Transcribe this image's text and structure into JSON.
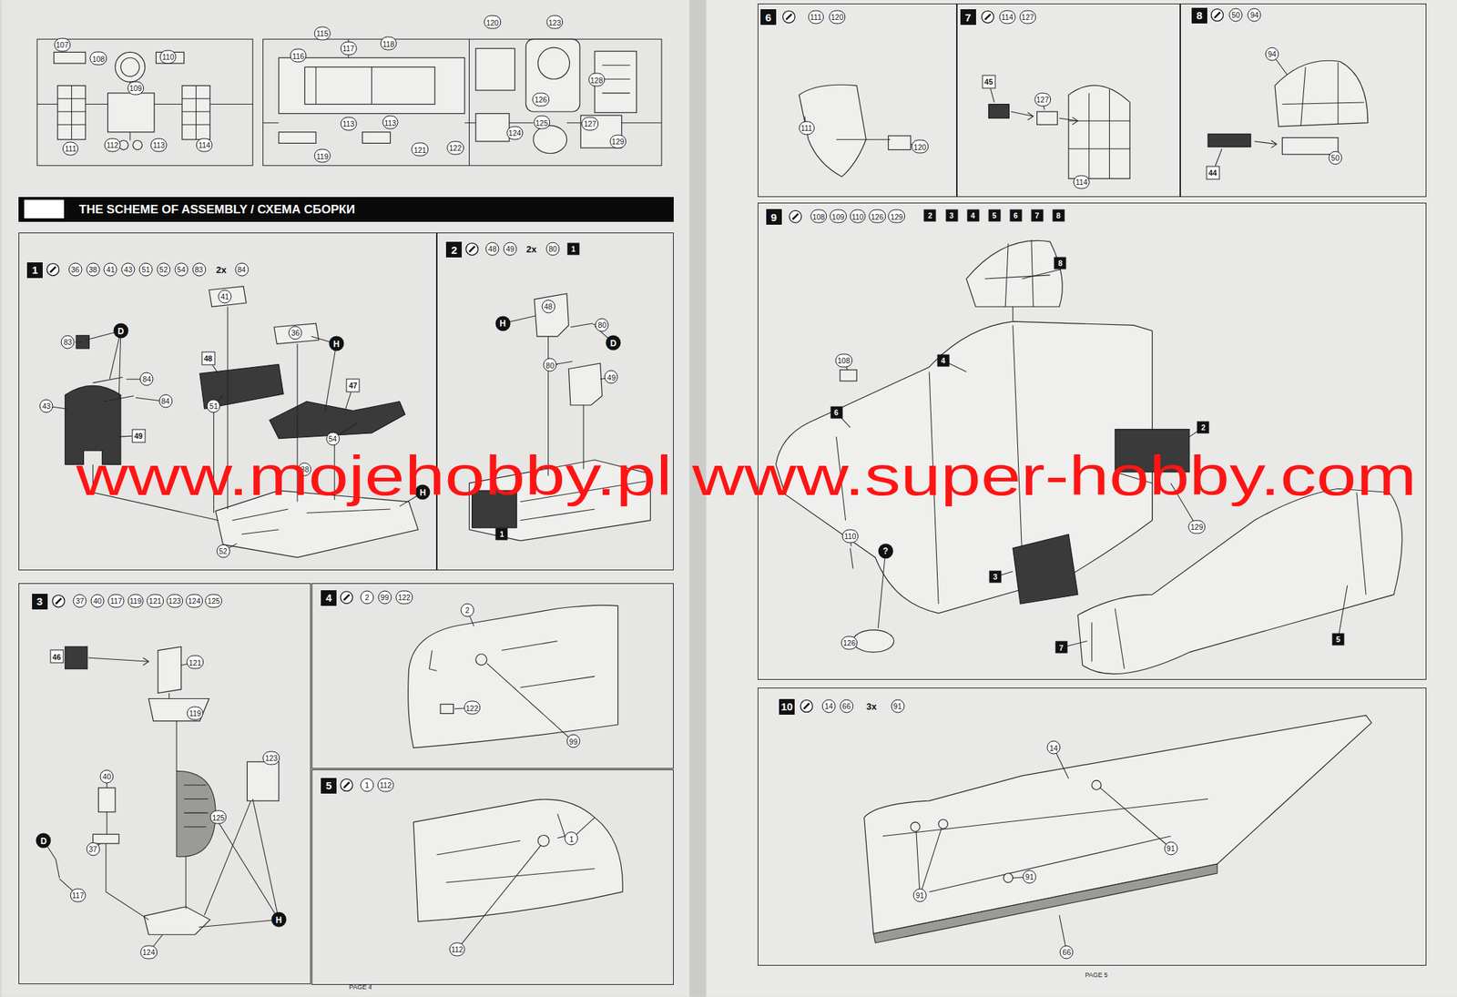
{
  "diagram": {
    "nodes": [
      {
        "text": [
          "THE SCHEME OF ASSEMBLY / СХЕМА СБОРКИ"
        ]
      },
      {
        "text": [
          "1"
        ]
      },
      {
        "text": [
          "2"
        ]
      },
      {
        "text": [
          "3"
        ]
      },
      {
        "text": [
          "4"
        ]
      },
      {
        "text": [
          "5"
        ]
      },
      {
        "text": [
          "6"
        ]
      },
      {
        "text": [
          "7"
        ]
      },
      {
        "text": [
          "8"
        ]
      },
      {
        "text": [
          "9"
        ]
      },
      {
        "text": [
          "10"
        ]
      }
    ],
    "labels": [
      "107",
      "108",
      "110",
      "109",
      "111",
      "112",
      "113",
      "114",
      "115",
      "116",
      "117",
      "118",
      "120",
      "123",
      "128",
      "126",
      "113",
      "113",
      "119",
      "121",
      "122",
      "124",
      "125",
      "127",
      "129",
      "36",
      "38",
      "41",
      "43",
      "51",
      "52",
      "54",
      "83",
      "2x",
      "84",
      "41",
      "36",
      "83",
      "D",
      "84",
      "84",
      "43",
      "49",
      "48",
      "51",
      "H",
      "47",
      "54",
      "H",
      "38",
      "52",
      "48",
      "49",
      "2x",
      "80",
      "1",
      "48",
      "H",
      "80",
      "D",
      "80",
      "49",
      "1",
      "37",
      "40",
      "117",
      "119",
      "121",
      "123",
      "124",
      "125",
      "46",
      "121",
      "119",
      "123",
      "40",
      "125",
      "37",
      "D",
      "117",
      "H",
      "124",
      "2",
      "99",
      "122",
      "2",
      "122",
      "99",
      "1",
      "112",
      "1",
      "112",
      "111",
      "120",
      "111",
      "120",
      "114",
      "127",
      "45",
      "127",
      "114",
      "50",
      "94",
      "94",
      "44",
      "50",
      "108",
      "109",
      "110",
      "126",
      "129",
      "2",
      "3",
      "4",
      "5",
      "6",
      "7",
      "8",
      "8",
      "4",
      "108",
      "6",
      "2",
      "129",
      "110",
      "?",
      "3",
      "126",
      "7",
      "5",
      "14",
      "66",
      "3x",
      "91",
      "14",
      "91",
      "91",
      "91",
      "66",
      "PAGE 4",
      "PAGE 5",
      "www.mojehobby.pl www.super-hobby.com"
    ]
  }
}
